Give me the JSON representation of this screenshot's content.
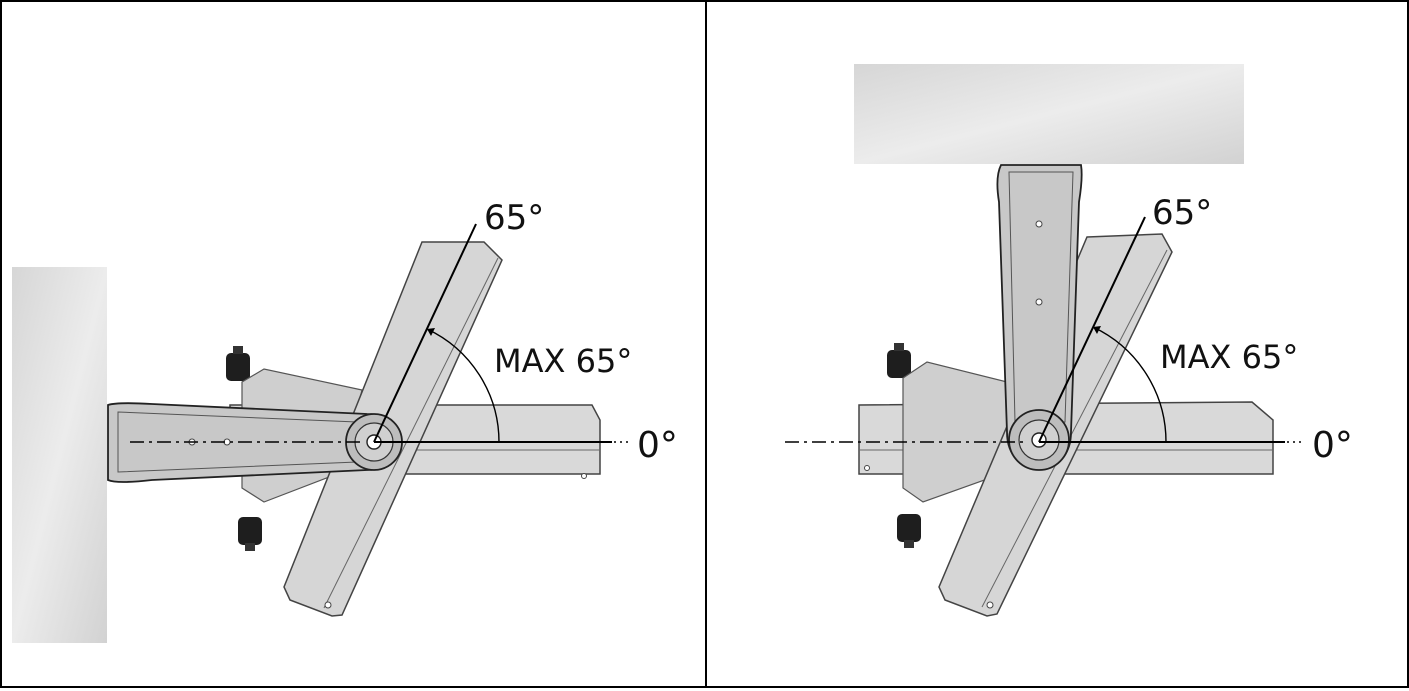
{
  "panels": [
    {
      "id": "wall-mount",
      "angle_label": "65°",
      "max_label": "MAX 65°",
      "zero_label": "0°",
      "max_angle_deg": 65
    },
    {
      "id": "ceiling-mount",
      "angle_label": "65°",
      "max_label": "MAX 65°",
      "zero_label": "0°",
      "max_angle_deg": 65
    }
  ],
  "colors": {
    "arm": "#c8c8c8",
    "monitor": "#d9d9d9",
    "concrete": "#e1e1e1",
    "knob": "#1e1e1e",
    "line": "#000000"
  }
}
